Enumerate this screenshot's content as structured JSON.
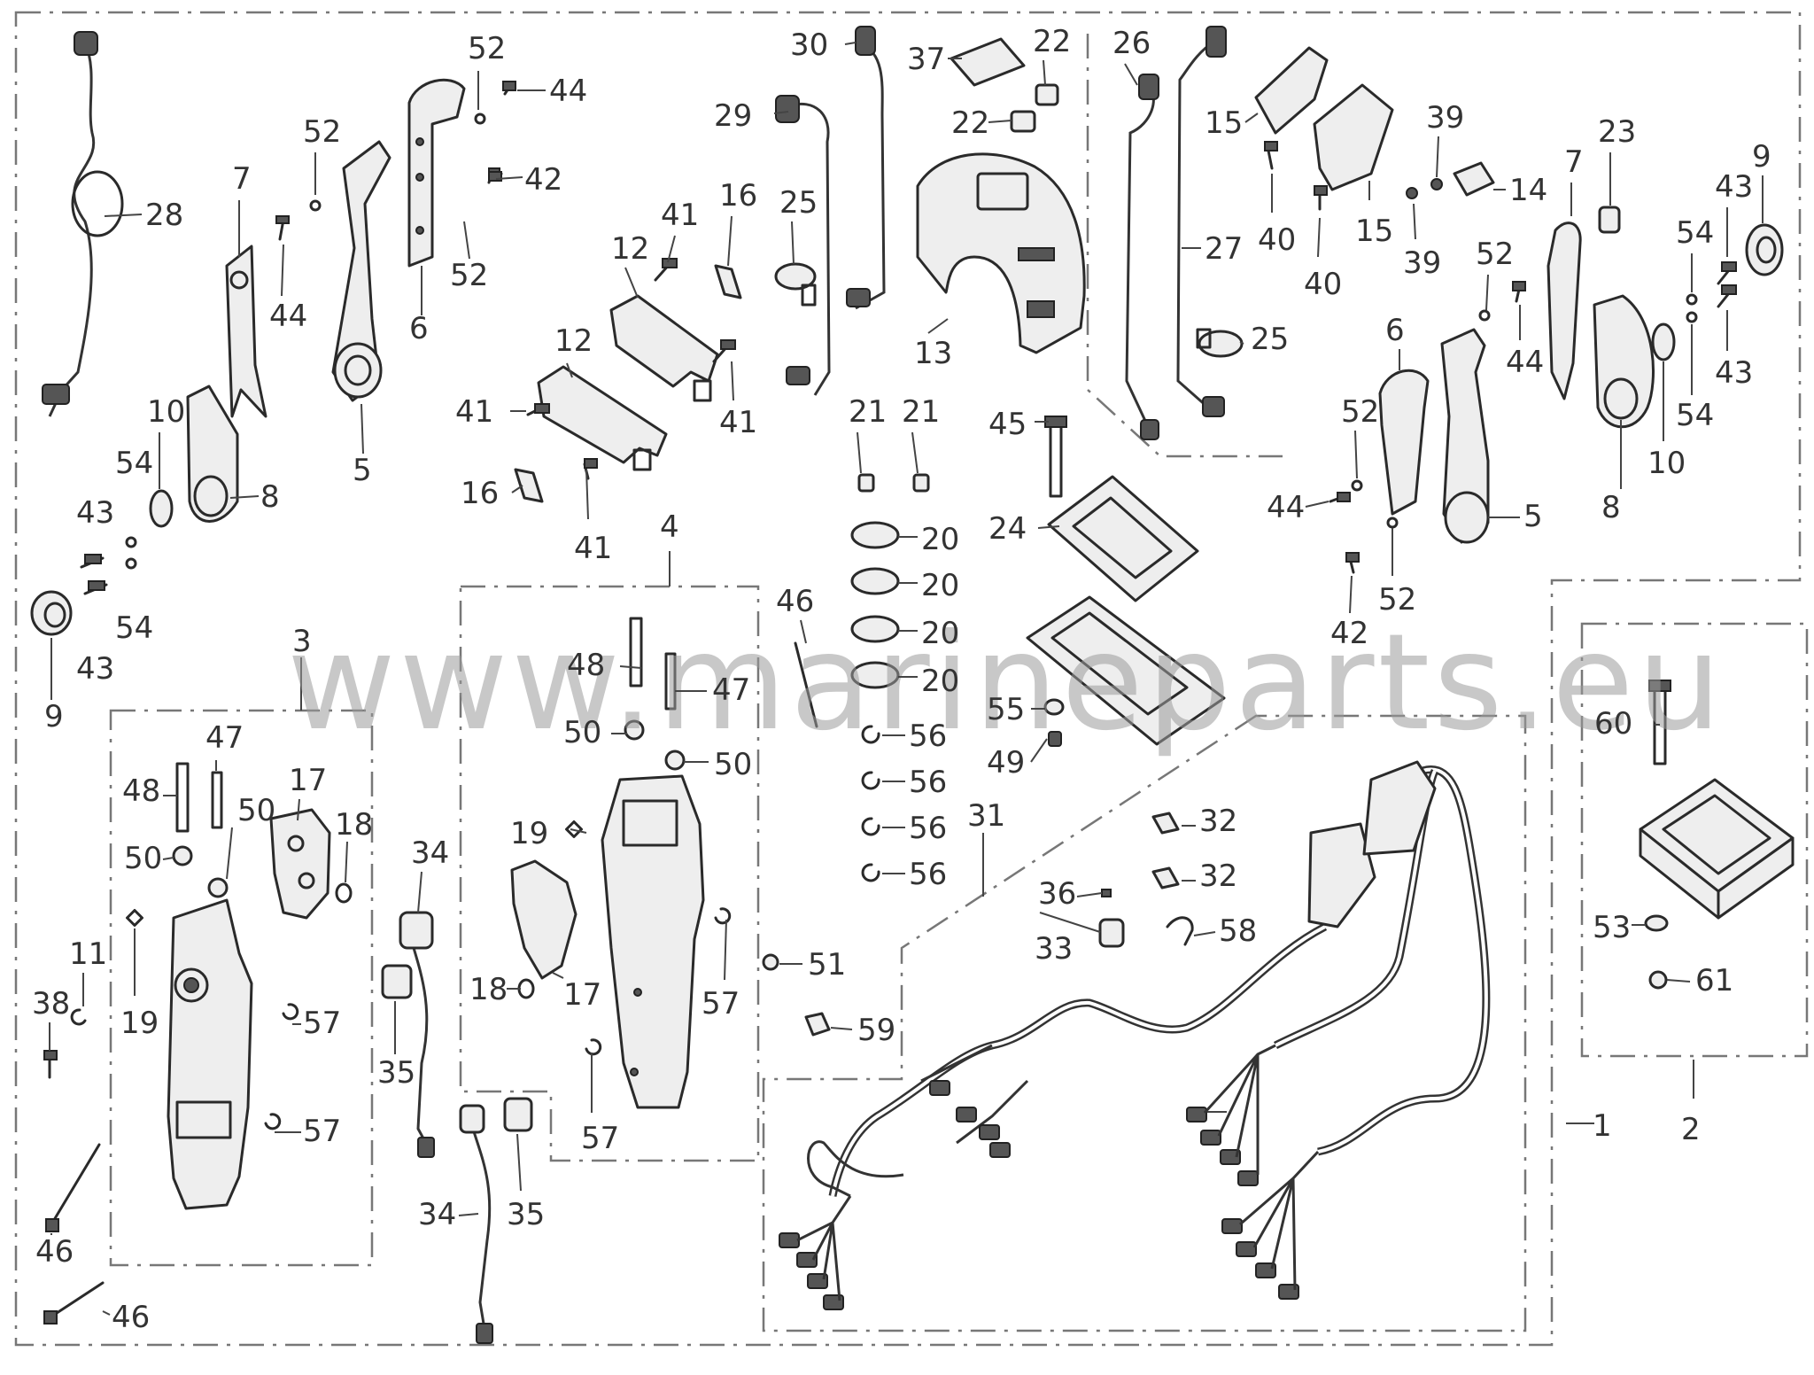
{
  "watermark": "www.marineparts.eu",
  "callouts": {
    "c1": "1",
    "c2": "2",
    "c3": "3",
    "c4": "4",
    "c5a": "5",
    "c5b": "5",
    "c6a": "6",
    "c6b": "6",
    "c7a": "7",
    "c7b": "7",
    "c8a": "8",
    "c8b": "8",
    "c9a": "9",
    "c9b": "9",
    "c10a": "10",
    "c10b": "10",
    "c11": "11",
    "c12a": "12",
    "c12b": "12",
    "c13": "13",
    "c14": "14",
    "c15a": "15",
    "c15b": "15",
    "c16a": "16",
    "c16b": "16",
    "c17a": "17",
    "c17b": "17",
    "c18a": "18",
    "c18b": "18",
    "c19a": "19",
    "c19b": "19",
    "c20a": "20",
    "c20b": "20",
    "c20c": "20",
    "c20d": "20",
    "c21a": "21",
    "c21b": "21",
    "c22a": "22",
    "c22b": "22",
    "c23": "23",
    "c24": "24",
    "c25a": "25",
    "c25b": "25",
    "c26": "26",
    "c27": "27",
    "c28": "28",
    "c29": "29",
    "c30": "30",
    "c31": "31",
    "c32a": "32",
    "c32b": "32",
    "c33": "33",
    "c34a": "34",
    "c34b": "34",
    "c35a": "35",
    "c35b": "35",
    "c36": "36",
    "c37": "37",
    "c38": "38",
    "c39a": "39",
    "c39b": "39",
    "c40a": "40",
    "c40b": "40",
    "c41a": "41",
    "c41b": "41",
    "c41c": "41",
    "c41d": "41",
    "c42a": "42",
    "c42b": "42",
    "c43a": "43",
    "c43b": "43",
    "c43c": "43",
    "c43d": "43",
    "c44a": "44",
    "c44b": "44",
    "c44c": "44",
    "c44d": "44",
    "c45": "45",
    "c46a": "46",
    "c46b": "46",
    "c46c": "46",
    "c47a": "47",
    "c47b": "47",
    "c48a": "48",
    "c48b": "48",
    "c49": "49",
    "c50a": "50",
    "c50b": "50",
    "c50c": "50",
    "c50d": "50",
    "c51": "51",
    "c52a": "52",
    "c52b": "52",
    "c52c": "52",
    "c52d": "52",
    "c52e": "52",
    "c52f": "52",
    "c53": "53",
    "c54a": "54",
    "c54b": "54",
    "c54c": "54",
    "c54d": "54",
    "c55": "55",
    "c56a": "56",
    "c56b": "56",
    "c56c": "56",
    "c56d": "56",
    "c57a": "57",
    "c57b": "57",
    "c57c": "57",
    "c57d": "57",
    "c58": "58",
    "c59": "59",
    "c60": "60",
    "c61": "61"
  }
}
